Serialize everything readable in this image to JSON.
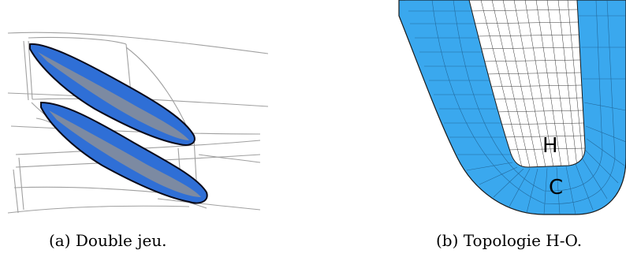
{
  "figure": {
    "panel_a": {
      "caption": "(a) Double jeu."
    },
    "panel_b": {
      "caption": "(b) Topologie H-O.",
      "labels": {
        "h": "H",
        "c": "C"
      }
    }
  },
  "colors": {
    "blade_fill": "#2f6fd6",
    "mesh_fill": "#3aa8ee",
    "mesh_lines": "#1a1a1a",
    "domain_lines": "#999999"
  }
}
